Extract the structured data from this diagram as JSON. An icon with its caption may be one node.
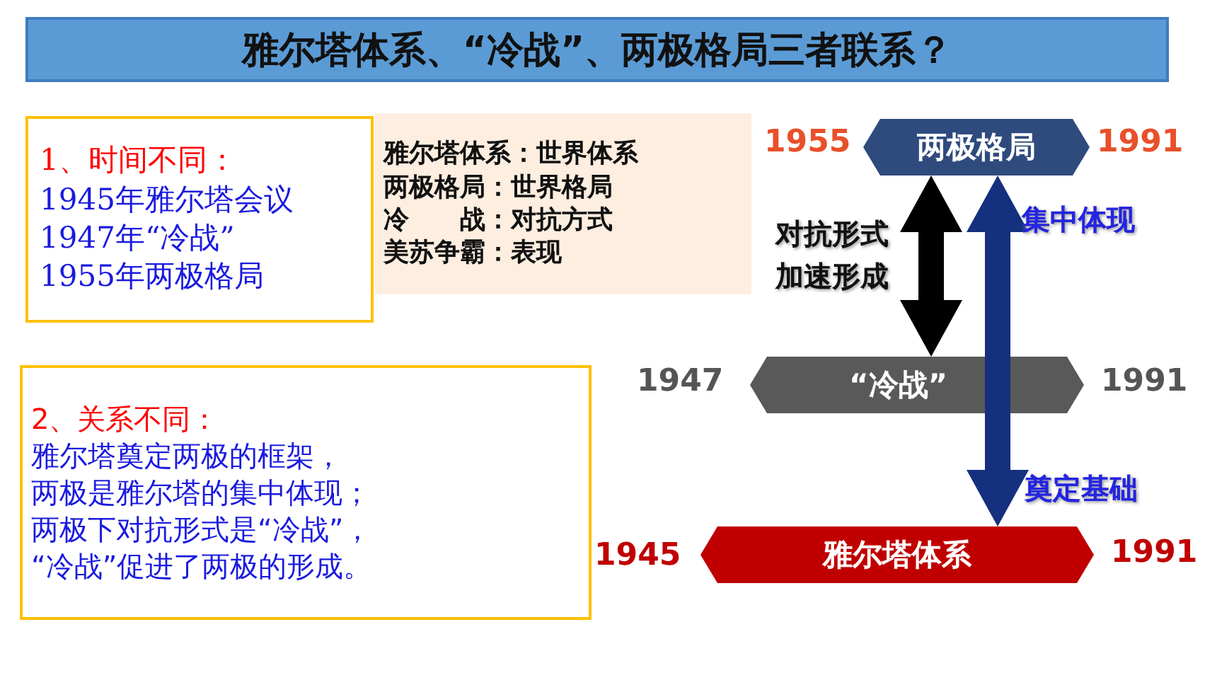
{
  "diagram": {
    "title": "雅尔塔体系、“冷战”、两极格局三者联系？",
    "nodes": [
      {
        "text": [
          "1、时间不同：",
          "1945年雅尔塔会议",
          "1947年“冷战”",
          "1955年两极格局"
        ]
      },
      {
        "text": [
          "雅尔塔体系：世界体系",
          "两极格局：世界格局",
          "冷　　战：对抗方式",
          "美苏争霸：表现"
        ]
      },
      {
        "text": [
          "2、关系不同：",
          "雅尔塔奠定两极的框架，",
          "两极是雅尔塔的集中体现；",
          "两极下对抗形式是“冷战”，",
          "“冷战”促进了两极的形成。"
        ]
      },
      {
        "text": [
          "两极格局"
        ],
        "beside": [
          "1955",
          "1991"
        ]
      },
      {
        "text": [
          "“冷战”"
        ],
        "beside": [
          "1947",
          "1991"
        ]
      },
      {
        "text": [
          "雅尔塔体系"
        ],
        "beside": [
          "1945",
          "1991"
        ]
      }
    ],
    "edges": [
      {
        "from": 3,
        "to": 4,
        "arrow": "both",
        "style": "thick",
        "label": "对抗形式加速形成"
      },
      {
        "from": 5,
        "to": 3,
        "arrow": "both",
        "style": "thick",
        "color": "#14307e",
        "label": "集中体现"
      }
    ],
    "labels": [
      "奠定基础"
    ]
  }
}
